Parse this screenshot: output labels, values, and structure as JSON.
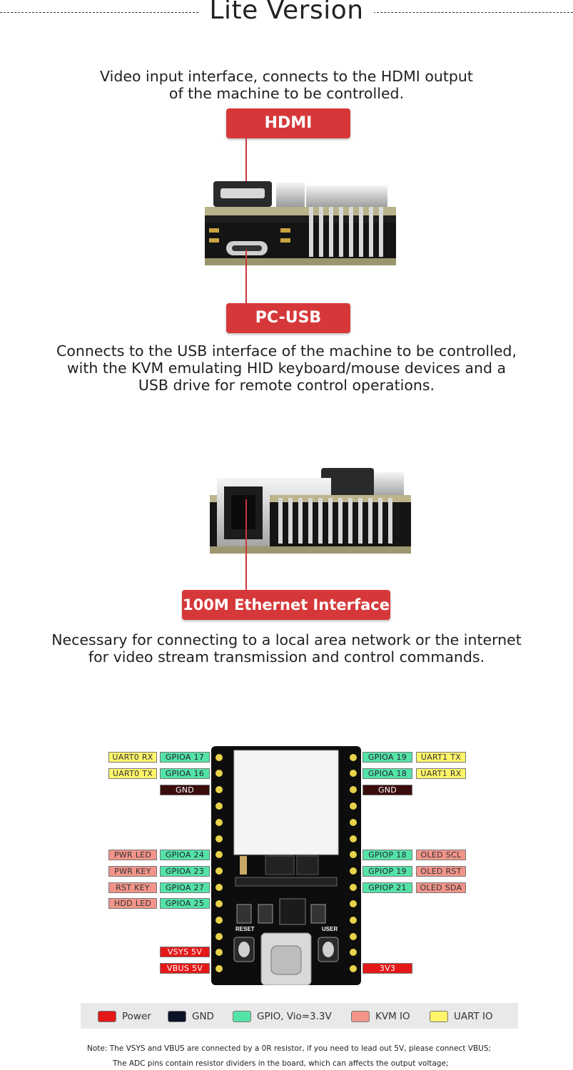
{
  "title": "Lite Version",
  "hdmi_section": {
    "description_line1": "Video input interface, connects to the HDMI output",
    "description_line2": "of the machine to be controlled.",
    "label": "HDMI"
  },
  "usb_section": {
    "label": "PC-USB",
    "description_line1": "Connects to the USB interface of the machine to be controlled,",
    "description_line2": "with the KVM emulating HID keyboard/mouse devices and a",
    "description_line3": "USB drive for remote control operations."
  },
  "ethernet_section": {
    "label": "100M Ethernet Interface",
    "description_line1": "Necessary for connecting to a local area network or the internet",
    "description_line2": "for video stream transmission and control commands."
  },
  "pinout": {
    "left": {
      "uart0_rx": "UART0 RX",
      "gpioa17": "GPIOA 17",
      "uart0_tx": "UART0 TX",
      "gpioa16": "GPIOA 16",
      "gnd": "GND",
      "pwr_led": "PWR LED",
      "gpioa24": "GPIOA 24",
      "pwr_key": "PWR KEY",
      "gpioa23": "GPIOA 23",
      "rst_key": "RST KEY",
      "gpioa27": "GPIOA 27",
      "hdd_led": "HDD LED",
      "gpioa25": "GPIOA 25",
      "vsys": "VSYS 5V",
      "vbus": "VBUS 5V"
    },
    "right": {
      "gpioa19": "GPIOA 19",
      "uart1_tx": "UART1 TX",
      "gpioa18": "GPIOA 18",
      "uart1_rx": "UART1 RX",
      "gnd": "GND",
      "gpiop18": "GPIOP 18",
      "oled_scl": "OLED SCL",
      "gpiop19": "GPIOP 19",
      "oled_rst": "OLED RST",
      "gpiop21": "GPIOP 21",
      "oled_sda": "OLED SDA",
      "v3v3": "3V3"
    },
    "board_labels": {
      "reset": "RESET",
      "user": "USER"
    }
  },
  "legend": {
    "power": "Power",
    "gnd": "GND",
    "gpio": "GPIO, Vio=3.3V",
    "kvm": "KVM IO",
    "uart": "UART IO"
  },
  "note": {
    "line1": "Note:  The VSYS and VBUS are connected by a 0R resistor, if you need to lead out 5V, please connect VBUS;",
    "line2": "The ADC pins contain resistor dividers in the board, which can affects the output voltage;"
  },
  "colors": {
    "accent_red": "#d6383a",
    "power": "#e41818",
    "gnd": "#3a0c0c",
    "gpio": "#54e3a7",
    "kvm": "#f2948a",
    "uart": "#fff56b"
  }
}
